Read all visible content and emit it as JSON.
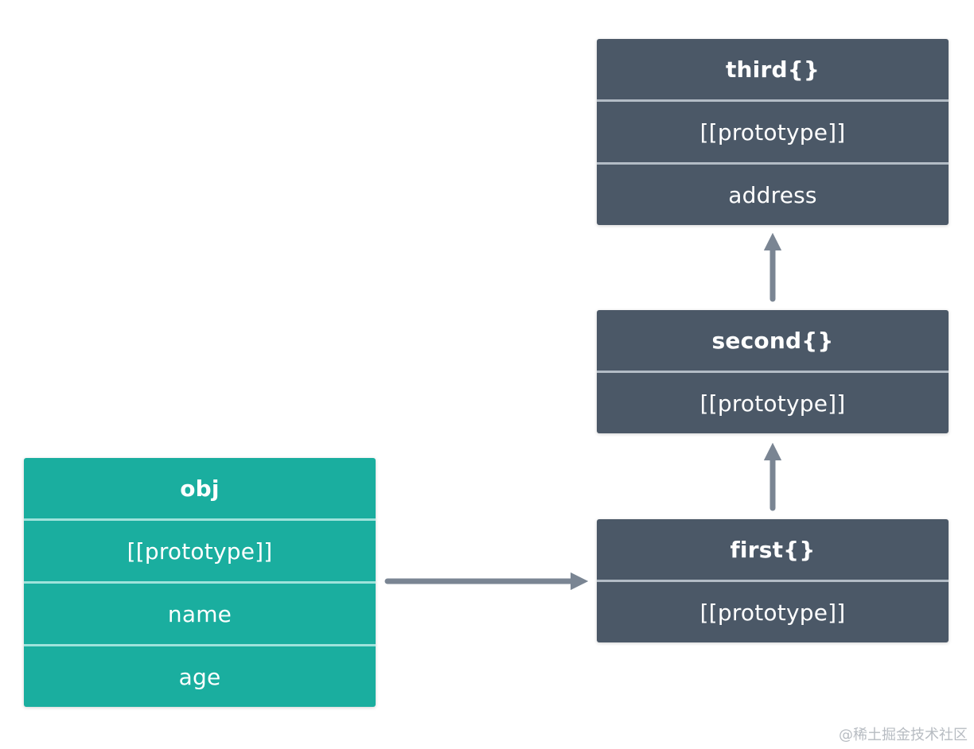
{
  "boxes": {
    "third": {
      "title": "third{}",
      "rows": [
        "[[prototype]]",
        "address"
      ]
    },
    "second": {
      "title": "second{}",
      "rows": [
        "[[prototype]]"
      ]
    },
    "first": {
      "title": "first{}",
      "rows": [
        "[[prototype]]"
      ]
    },
    "obj": {
      "title": "obj",
      "rows": [
        "[[prototype]]",
        "name",
        "age"
      ]
    }
  },
  "colors": {
    "box_gray": "#4b5867",
    "box_teal": "#1aae9f",
    "arrow": "#7a8593"
  },
  "watermark": "@稀土掘金技术社区"
}
